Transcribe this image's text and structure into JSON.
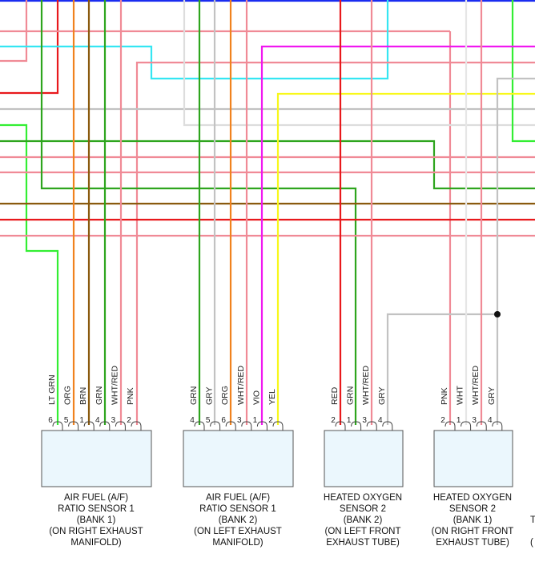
{
  "colors": {
    "red": "#e8191c",
    "pink": "#f08a96",
    "cyan": "#35e6f2",
    "orange": "#f0821e",
    "brown": "#8a5a0e",
    "green": "#2ea51e",
    "ltgrn": "#33ee33",
    "gray": "#c2c2c2",
    "magenta": "#f018f0",
    "yellow": "#f8f81a",
    "blue": "#1a2cf0",
    "box_fill": "#ebf7fd",
    "box_stroke": "#555555"
  },
  "sensors": [
    {
      "id": "af-bank1",
      "caption": [
        "AIR FUEL (A/F)",
        "RATIO SENSOR 1",
        "(BANK 1)",
        "(ON RIGHT EXHAUST",
        "MANIFOLD)"
      ],
      "pins": [
        {
          "num": "6",
          "wire": "LT GRN"
        },
        {
          "num": "5",
          "wire": "ORG"
        },
        {
          "num": "1",
          "wire": "BRN"
        },
        {
          "num": "4",
          "wire": "GRN"
        },
        {
          "num": "3",
          "wire": "WHT/RED"
        },
        {
          "num": "2",
          "wire": "PNK"
        }
      ]
    },
    {
      "id": "af-bank2",
      "caption": [
        "AIR FUEL (A/F)",
        "RATIO SENSOR 1",
        "(BANK 2)",
        "(ON LEFT EXHAUST",
        "MANIFOLD)"
      ],
      "pins": [
        {
          "num": "4",
          "wire": "GRN"
        },
        {
          "num": "5",
          "wire": "GRY"
        },
        {
          "num": "6",
          "wire": "ORG"
        },
        {
          "num": "3",
          "wire": "WHT/RED"
        },
        {
          "num": "1",
          "wire": "VIO"
        },
        {
          "num": "2",
          "wire": "YEL"
        }
      ]
    },
    {
      "id": "ho2s-bank2",
      "caption": [
        "HEATED OXYGEN",
        "SENSOR 2",
        "(BANK 2)",
        "(ON LEFT FRONT",
        "EXHAUST TUBE)"
      ],
      "pins": [
        {
          "num": "2",
          "wire": "RED"
        },
        {
          "num": "1",
          "wire": "GRN"
        },
        {
          "num": "3",
          "wire": "WHT/RED"
        },
        {
          "num": "4",
          "wire": "GRY"
        }
      ]
    },
    {
      "id": "ho2s-bank1",
      "caption": [
        "HEATED OXYGEN",
        "SENSOR 2",
        "(BANK 1)",
        "(ON RIGHT FRONT",
        "EXHAUST TUBE)"
      ],
      "pins": [
        {
          "num": "2",
          "wire": "PNK"
        },
        {
          "num": "1",
          "wire": "WHT"
        },
        {
          "num": "3",
          "wire": "WHT/RED"
        },
        {
          "num": "4",
          "wire": "GRY"
        }
      ]
    }
  ],
  "partial_captions": [
    "T",
    "("
  ]
}
